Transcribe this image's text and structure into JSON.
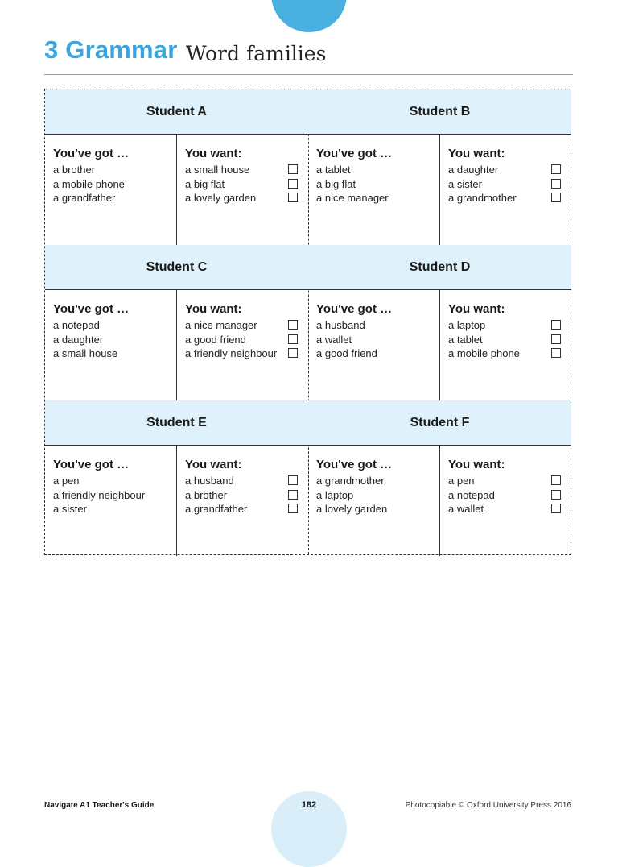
{
  "header": {
    "unit_title": "3 Grammar",
    "unit_subtitle": "Word families"
  },
  "labels": {
    "got_title": "You've got …",
    "want_title": "You want:"
  },
  "cards": [
    {
      "name": "Student A",
      "got": [
        "a brother",
        "a mobile phone",
        "a grandfather"
      ],
      "want": [
        "a small house",
        "a big flat",
        "a lovely garden"
      ]
    },
    {
      "name": "Student B",
      "got": [
        "a tablet",
        "a big flat",
        "a nice manager"
      ],
      "want": [
        "a daughter",
        "a sister",
        "a grandmother"
      ]
    },
    {
      "name": "Student C",
      "got": [
        "a notepad",
        "a daughter",
        "a small house"
      ],
      "want": [
        "a nice manager",
        "a good friend",
        "a friendly neighbour"
      ]
    },
    {
      "name": "Student D",
      "got": [
        "a husband",
        "a wallet",
        "a good friend"
      ],
      "want": [
        "a laptop",
        "a tablet",
        "a mobile phone"
      ]
    },
    {
      "name": "Student E",
      "got": [
        "a pen",
        "a friendly neighbour",
        "a sister"
      ],
      "want": [
        "a husband",
        "a brother",
        "a grandfather"
      ]
    },
    {
      "name": "Student F",
      "got": [
        "a grandmother",
        "a laptop",
        "a lovely garden"
      ],
      "want": [
        "a pen",
        "a notepad",
        "a wallet"
      ]
    }
  ],
  "footer": {
    "left": "Navigate A1 Teacher's Guide",
    "page": "182",
    "right": "Photocopiable © Oxford University Press 2016"
  },
  "colors": {
    "accent": "#3aa6dd",
    "header_fill": "#dff1fa",
    "page_circle": "#d9eef8"
  }
}
